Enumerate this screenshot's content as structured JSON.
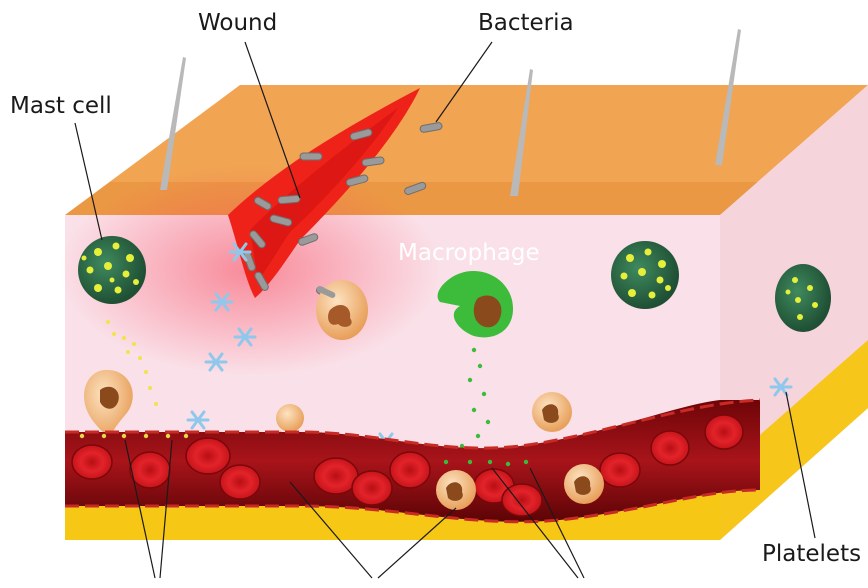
{
  "labels": {
    "wound": "Wound",
    "bacteria": "Bacteria",
    "mast_cell": "Mast cell",
    "macrophage": "Macrophage",
    "platelets": "Platelets"
  },
  "colors": {
    "skin_top": "#f0a24f",
    "tissue": "#f9dde6",
    "wound_red": "#ef2a1a",
    "blood_vessel": "#9c0f12",
    "red_blood_cell": "#d8161c",
    "fat_layer": "#f4c20c",
    "mast_cell": "#2f6e4a",
    "macrophage": "#3dbb3b",
    "platelet": "#9ad0ee"
  }
}
